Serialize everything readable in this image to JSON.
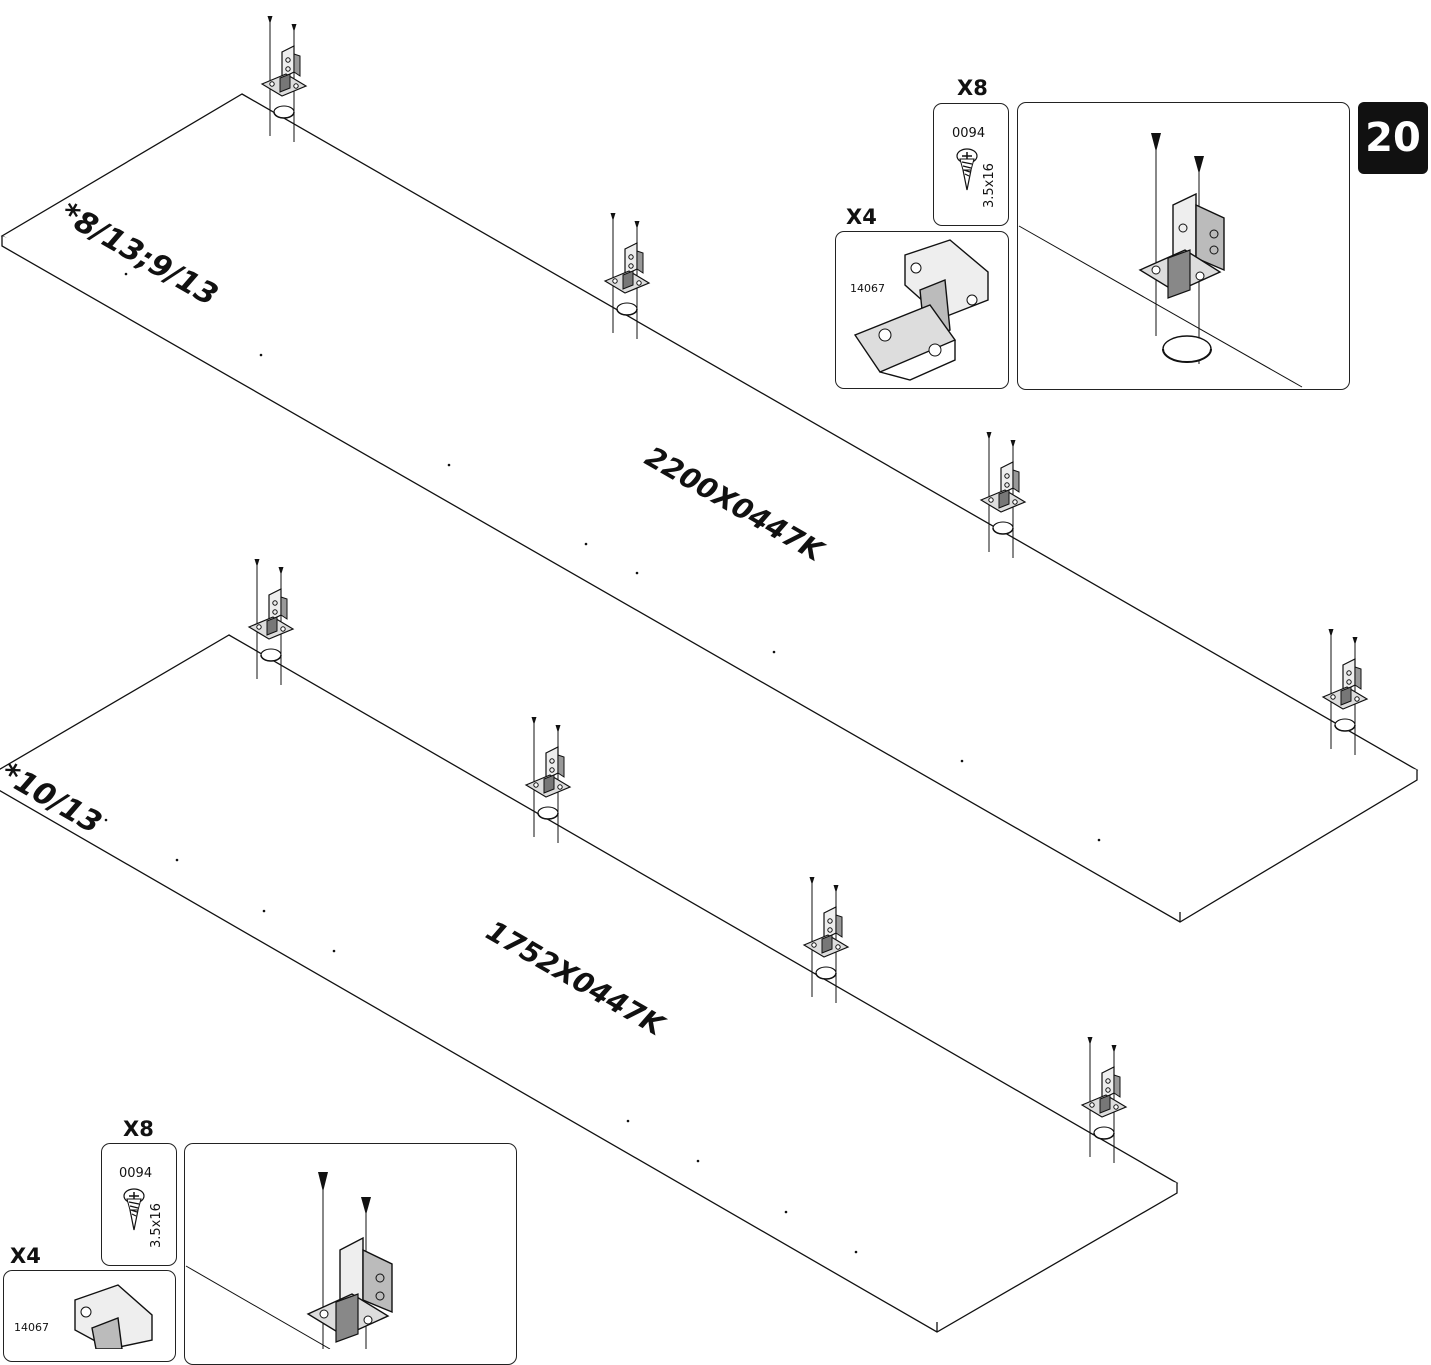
{
  "step": {
    "number": "20"
  },
  "top_callout": {
    "screw_qty": "X8",
    "screw_code": "0094",
    "screw_size": "3.5x16",
    "hinge_qty": "X4",
    "hinge_code": "14067"
  },
  "bottom_callout": {
    "screw_qty": "X8",
    "screw_code": "0094",
    "screw_size": "3.5x16",
    "hinge_qty": "X4",
    "hinge_code": "14067"
  },
  "panels": [
    {
      "ref": "*8/13;9/13",
      "dimension": "2200X0447K"
    },
    {
      "ref": "*10/13",
      "dimension": "1752X0447K"
    }
  ]
}
